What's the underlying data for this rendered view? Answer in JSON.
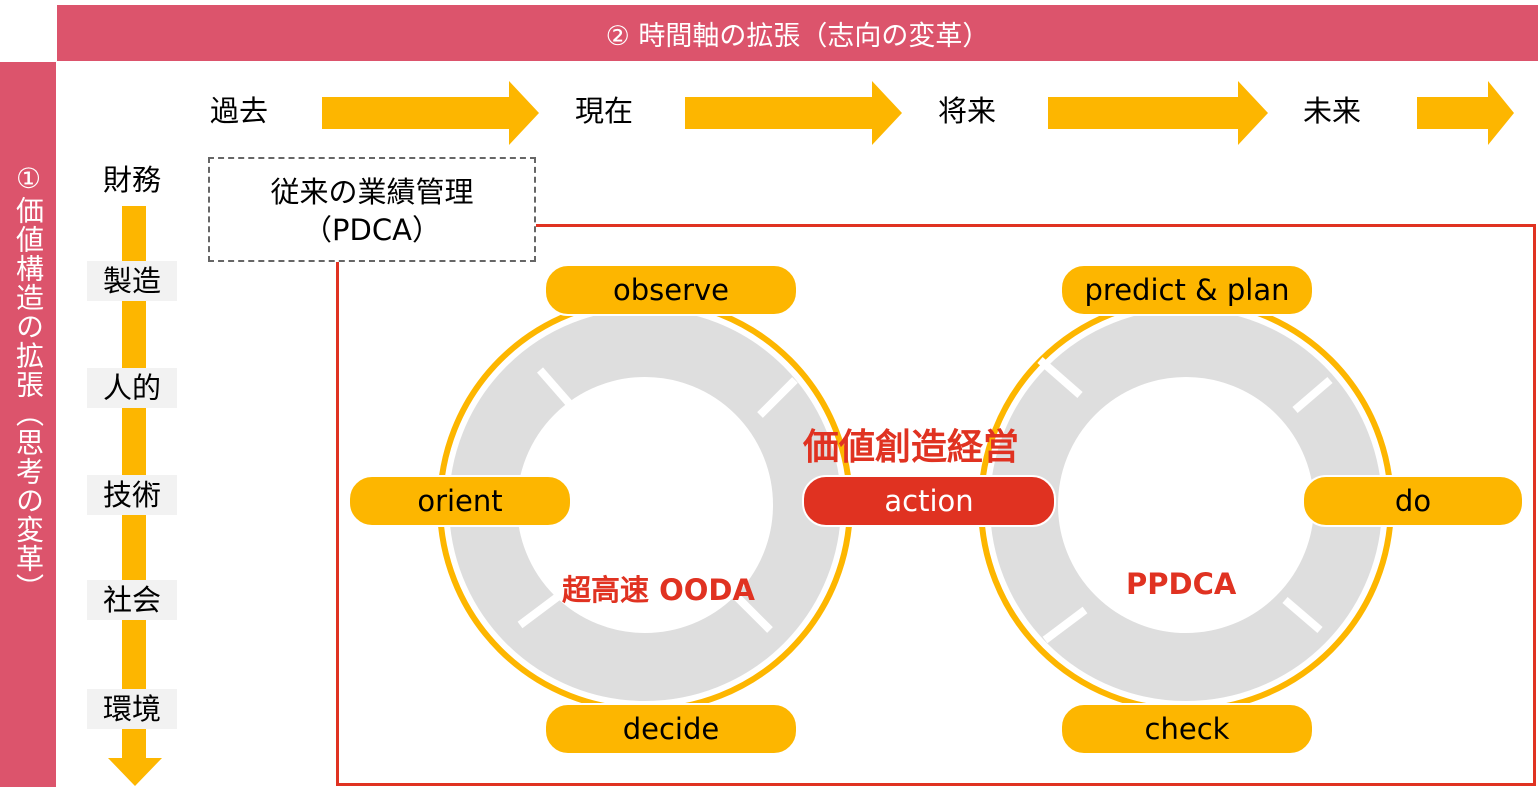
{
  "header": {
    "time_axis_title": "② 時間軸の拡張（志向の変革）"
  },
  "sidebar": {
    "value_axis_title": "①価値構造の拡張（思考の変革）"
  },
  "time_axis": {
    "labels": [
      "過去",
      "現在",
      "将来",
      "未来"
    ]
  },
  "value_axis": {
    "labels": [
      "財務",
      "製造",
      "人的",
      "技術",
      "社会",
      "環境"
    ]
  },
  "legacy_box": {
    "line1": "従来の業績管理",
    "line2": "（PDCA）"
  },
  "center_title": "価値創造経営",
  "ooda_cycle": {
    "title": "超高速 OODA",
    "steps": {
      "top": "observe",
      "left": "orient",
      "bottom": "decide"
    }
  },
  "ppdca_cycle": {
    "title": "PPDCA",
    "steps": {
      "top": "predict & plan",
      "right": "do",
      "bottom": "check"
    }
  },
  "shared_step": "action",
  "colors": {
    "band": "#dc546c",
    "accent": "#fdb600",
    "red": "#e03221",
    "ring_gray": "#dedede"
  }
}
